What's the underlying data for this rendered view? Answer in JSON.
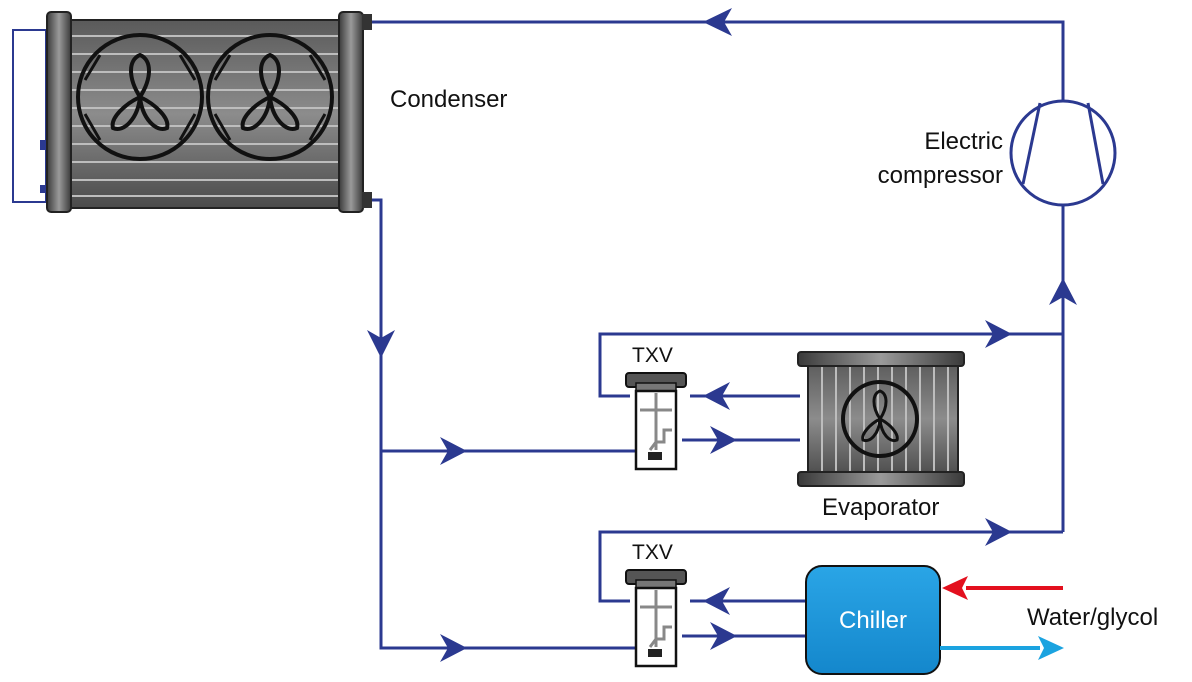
{
  "labels": {
    "condenser": "Condenser",
    "compressor_line1": "Electric",
    "compressor_line2": "compressor",
    "txv_top": "TXV",
    "txv_bottom": "TXV",
    "evaporator": "Evaporator",
    "chiller": "Chiller",
    "water_glycol": "Water/glycol"
  },
  "colors": {
    "pipe": "#2b3990",
    "hot_water": "#e3101e",
    "cold_water": "#1ba3e0",
    "chiller_fill": "#1e96d8",
    "coil_dark": "#4a4a4a"
  },
  "icons": {
    "condenser": "condenser-fan-coil-icon",
    "compressor": "compressor-symbol-icon",
    "txv": "expansion-valve-icon",
    "evaporator": "evaporator-fan-coil-icon",
    "chiller": "chiller-box-icon"
  }
}
